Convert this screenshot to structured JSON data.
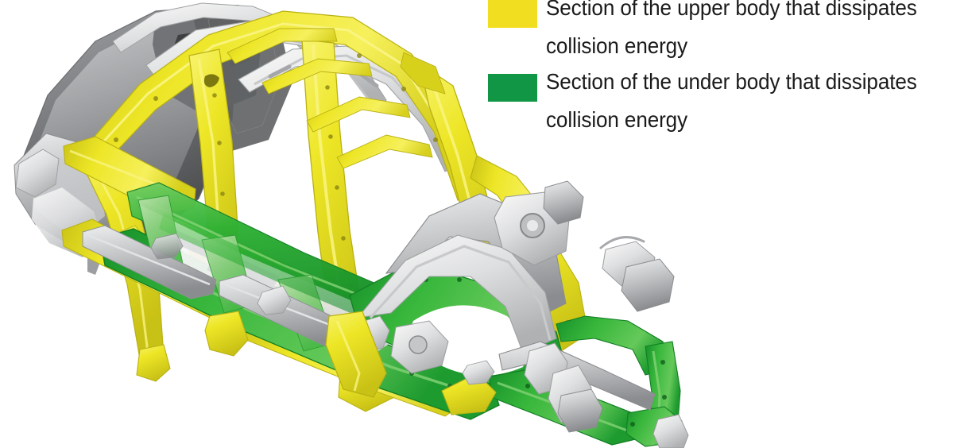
{
  "figure": {
    "kind": "technical-illustration",
    "subject": "automobile body-in-white collision energy dissipation diagram",
    "background_color": "#ffffff"
  },
  "legend": {
    "items": [
      {
        "swatch_color": "#F2DE20",
        "label": "Section of the upper body that dissipates\ncollision energy",
        "icon": "yellow-color-swatch"
      },
      {
        "swatch_color": "#109644",
        "label": "Section of the under body that dissipates\ncollision energy",
        "icon": "green-color-swatch"
      }
    ]
  },
  "illustration": {
    "palette": {
      "upper_body_yellow": "#EDE626",
      "upper_body_yellow_dark": "#C9C216",
      "upper_body_yellow_light": "#F6F26A",
      "under_body_green": "#2EB134",
      "under_body_green_dark": "#18912A",
      "under_body_green_light": "#6CCB5E",
      "steel_light": "#E6E7E8",
      "steel_mid": "#B9BBBD",
      "steel_dark": "#808285",
      "steel_darker": "#58595B",
      "steel_shadow": "#6D6E71",
      "white_panel": "#F4F5F5",
      "outline": "#9A9C9E"
    },
    "parts": [
      {
        "name": "rear-quarter-panel",
        "color_group": "steel"
      },
      {
        "name": "rear-wheel-arch",
        "color_group": "steel"
      },
      {
        "name": "roof-bow-rear",
        "color_group": "steel"
      },
      {
        "name": "roof-bow-center",
        "color_group": "steel"
      },
      {
        "name": "roof-bow-front",
        "color_group": "steel"
      },
      {
        "name": "roof-side-rail",
        "color_group": "upper_body_yellow"
      },
      {
        "name": "d-pillar",
        "color_group": "upper_body_yellow"
      },
      {
        "name": "c-pillar",
        "color_group": "upper_body_yellow"
      },
      {
        "name": "b-pillar",
        "color_group": "upper_body_yellow"
      },
      {
        "name": "a-pillar",
        "color_group": "upper_body_yellow"
      },
      {
        "name": "front-header-rail",
        "color_group": "upper_body_yellow"
      },
      {
        "name": "beltline-reinforcement",
        "color_group": "upper_body_yellow"
      },
      {
        "name": "side-roof-rail-rear",
        "color_group": "upper_body_yellow"
      },
      {
        "name": "rocker-sill-panel",
        "color_group": "under_body_green"
      },
      {
        "name": "floor-cross-member-front",
        "color_group": "under_body_green"
      },
      {
        "name": "floor-cross-member-center",
        "color_group": "under_body_green"
      },
      {
        "name": "floor-tunnel",
        "color_group": "under_body_green"
      },
      {
        "name": "front-side-rail",
        "color_group": "under_body_green"
      },
      {
        "name": "front-bumper-beam",
        "color_group": "under_body_green"
      },
      {
        "name": "radiator-support-upper",
        "color_group": "under_body_green"
      },
      {
        "name": "radiator-support-lower",
        "color_group": "under_body_green"
      },
      {
        "name": "front-shock-tower",
        "color_group": "steel"
      },
      {
        "name": "cowl-panel",
        "color_group": "steel"
      },
      {
        "name": "dash-panel",
        "color_group": "steel"
      },
      {
        "name": "floor-pan",
        "color_group": "white_panel"
      },
      {
        "name": "door-impact-bar",
        "color_group": "steel"
      }
    ]
  }
}
